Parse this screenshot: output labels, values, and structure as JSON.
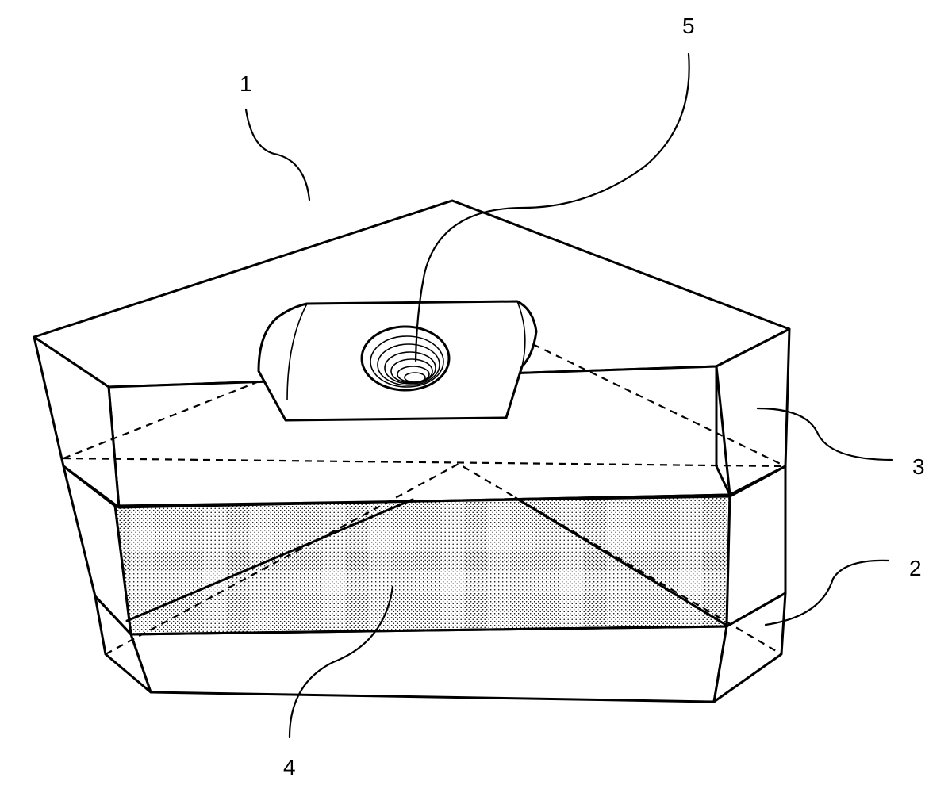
{
  "figure": {
    "labels": {
      "part_1": "1",
      "part_2": "2",
      "part_3": "3",
      "part_4": "4",
      "part_5": "5"
    },
    "colors": {
      "ink": "#000000",
      "paper": "#ffffff",
      "stipple": "#000000"
    }
  }
}
